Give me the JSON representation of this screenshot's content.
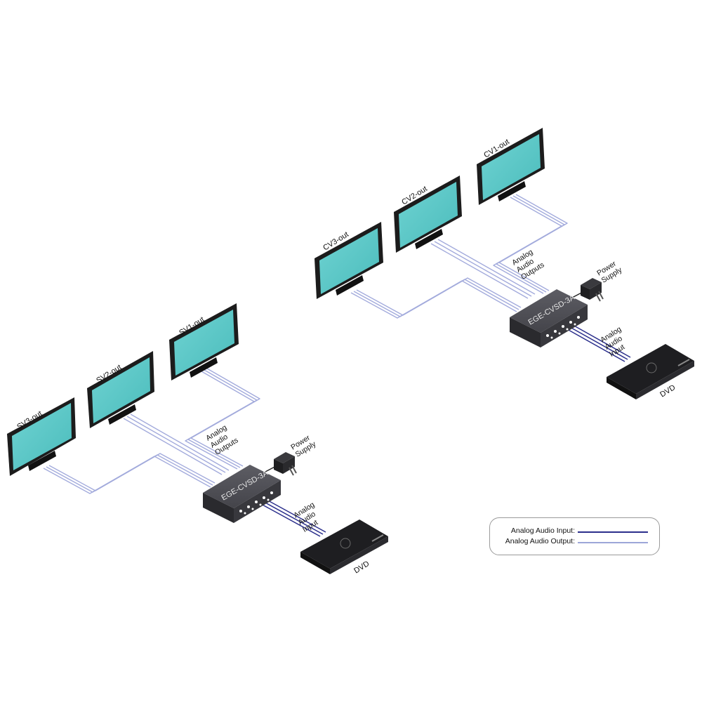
{
  "setup_left": {
    "monitor_labels": [
      "SV1-out",
      "SV2-out",
      "SV3-out"
    ],
    "audio_outputs_label": [
      "Analog",
      "Audio",
      "Outputs"
    ],
    "switch_label": "EGE-CVSD-3A",
    "power_label": [
      "Power",
      "Supply"
    ],
    "audio_input_label": [
      "Analog",
      "Audio",
      "Input"
    ],
    "source_label": "DVD"
  },
  "setup_right": {
    "monitor_labels": [
      "CV1-out",
      "CV2-out",
      "CV3-out"
    ],
    "audio_outputs_label": [
      "Analog",
      "Audio",
      "Outputs"
    ],
    "switch_label": "EGE-CVSD-3A",
    "power_label": [
      "Power",
      "Supply"
    ],
    "audio_input_label": [
      "Analog",
      "Audio",
      "Input"
    ],
    "source_label": "DVD"
  },
  "legend": {
    "input_label": "Analog Audio Input:",
    "output_label": "Analog Audio Output:"
  },
  "colors": {
    "screen": "#5ec8c8",
    "bezel": "#1c1c1c",
    "audio_input_cable": "#2b2f8c",
    "audio_output_cable": "#9da6d8",
    "switch_body": "#4a4a50"
  }
}
